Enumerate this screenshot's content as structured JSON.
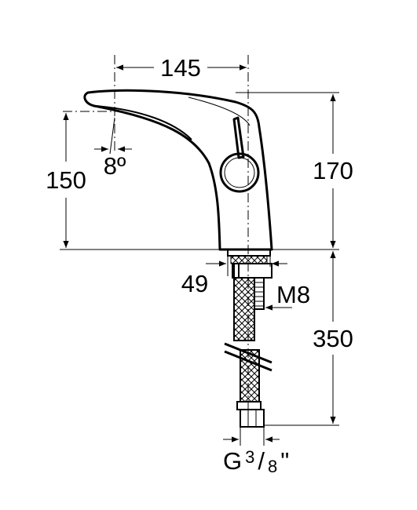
{
  "diagram": {
    "dims": {
      "width_top": "145",
      "height_outlet": "150",
      "height_total": "170",
      "angle": "8º",
      "base": "49",
      "thread": "M8",
      "hose_length": "350",
      "connection_main": "G",
      "connection_num": "3",
      "connection_slash": "/",
      "connection_den": "8",
      "connection_quote": "\""
    },
    "colors": {
      "line": "#000000",
      "background": "#ffffff"
    }
  }
}
